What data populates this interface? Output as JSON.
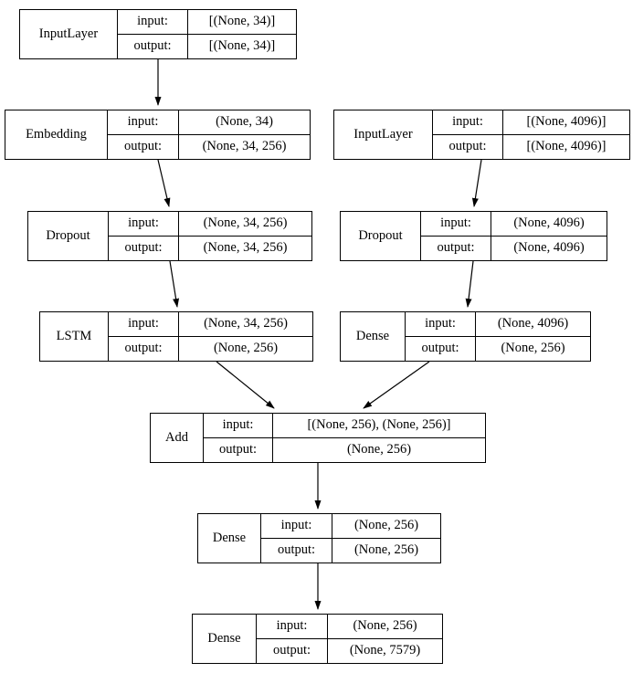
{
  "diagram": {
    "row_keys": {
      "input": "input:",
      "output": "output:"
    },
    "nodes": [
      {
        "label": "InputLayer",
        "input": "[(None, 34)]",
        "output": "[(None, 34)]"
      },
      {
        "label": "Embedding",
        "input": "(None, 34)",
        "output": "(None, 34, 256)"
      },
      {
        "label": "InputLayer",
        "input": "[(None, 4096)]",
        "output": "[(None, 4096)]"
      },
      {
        "label": "Dropout",
        "input": "(None, 34, 256)",
        "output": "(None, 34, 256)"
      },
      {
        "label": "Dropout",
        "input": "(None, 4096)",
        "output": "(None, 4096)"
      },
      {
        "label": "LSTM",
        "input": "(None, 34, 256)",
        "output": "(None, 256)"
      },
      {
        "label": "Dense",
        "input": "(None, 4096)",
        "output": "(None, 256)"
      },
      {
        "label": "Add",
        "input": "[(None, 256), (None, 256)]",
        "output": "(None, 256)"
      },
      {
        "label": "Dense",
        "input": "(None, 256)",
        "output": "(None, 256)"
      },
      {
        "label": "Dense",
        "input": "(None, 256)",
        "output": "(None, 7579)"
      }
    ]
  }
}
